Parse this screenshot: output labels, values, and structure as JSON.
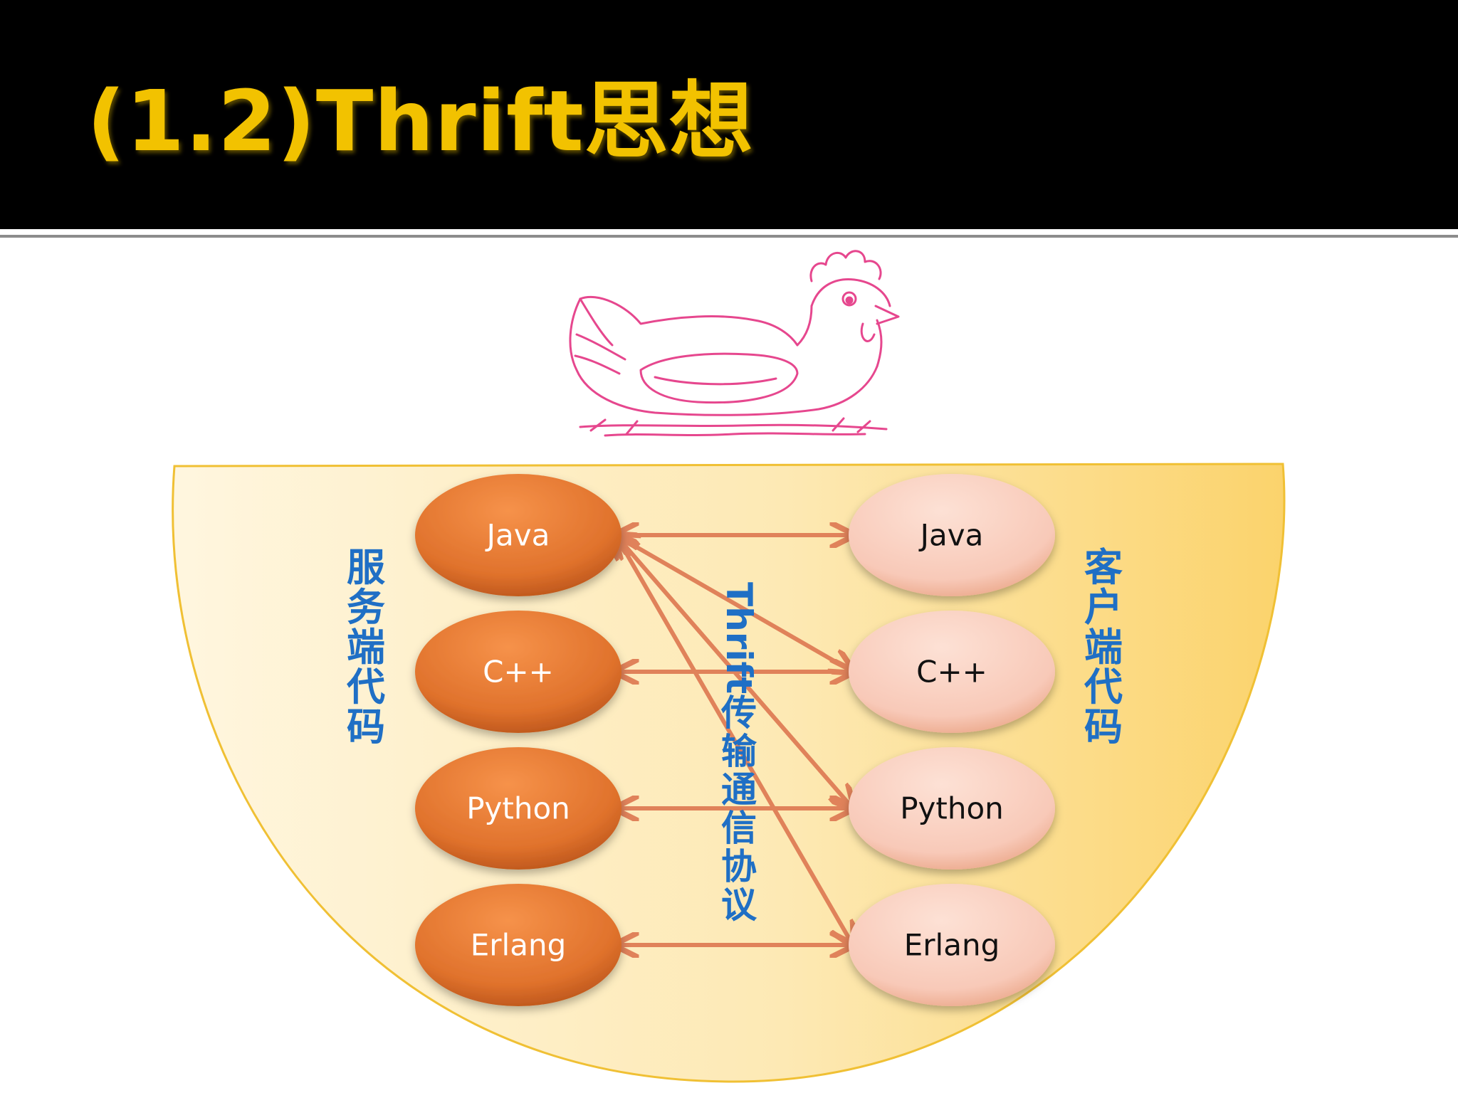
{
  "slide": {
    "title": "(1.2)Thrift思想"
  },
  "labels": {
    "server": "服\n务\n端\n代\n码",
    "client": "客\n户\n端\n代\n码",
    "protocol_en": "Thrift",
    "protocol_zh": "传\n输\n通\n信\n协\n议"
  },
  "server_nodes": [
    {
      "label": "Java"
    },
    {
      "label": "C++"
    },
    {
      "label": "Python"
    },
    {
      "label": "Erlang"
    }
  ],
  "client_nodes": [
    {
      "label": "Java"
    },
    {
      "label": "C++"
    },
    {
      "label": "Python"
    },
    {
      "label": "Erlang"
    }
  ],
  "edges": [
    {
      "from": "server.Java",
      "to": "client.Java"
    },
    {
      "from": "server.Java",
      "to": "client.C++"
    },
    {
      "from": "server.Java",
      "to": "client.Python"
    },
    {
      "from": "server.Java",
      "to": "client.Erlang"
    },
    {
      "from": "server.C++",
      "to": "client.C++"
    },
    {
      "from": "server.Python",
      "to": "client.Python"
    },
    {
      "from": "server.Erlang",
      "to": "client.Erlang"
    }
  ],
  "colors": {
    "header_bg": "#000000",
    "title": "#f2c200",
    "server_node": "#e0722c",
    "client_node": "#f8c9b8",
    "arrow": "#e0825a",
    "label_blue": "#1f6fc5",
    "bowl_light": "#fff4d8",
    "bowl_dark": "#fcd878"
  },
  "icons": {
    "mascot": "hen-icon"
  }
}
